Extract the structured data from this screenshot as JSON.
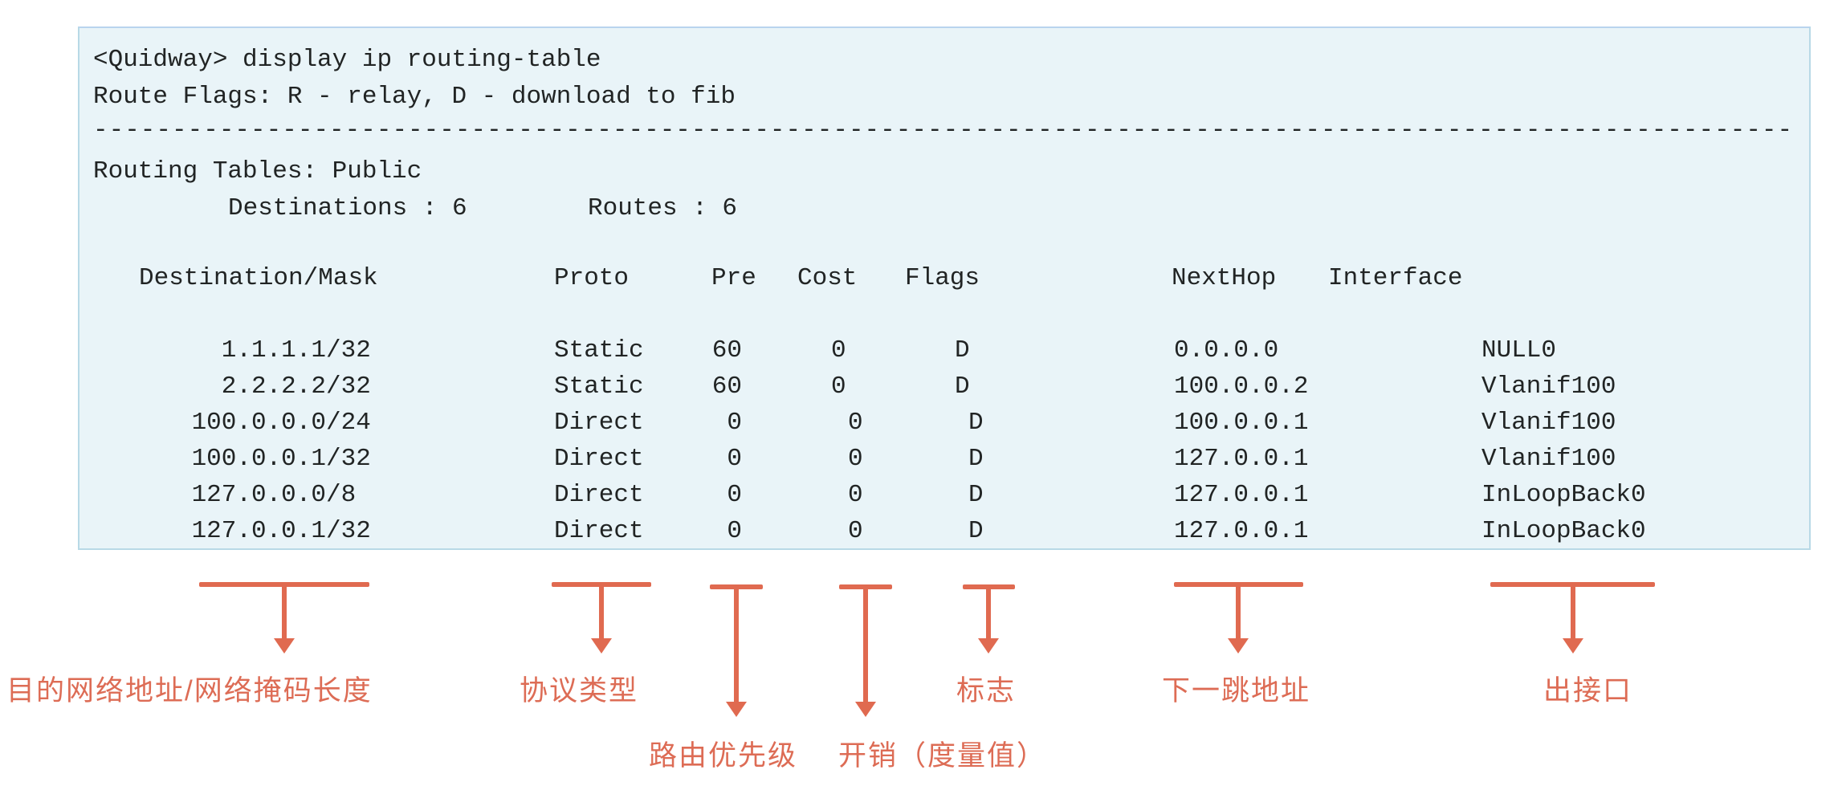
{
  "colors": {
    "console-bg": "#e9f4f8",
    "console-border": "#b8d9e6",
    "console-text": "#212424",
    "arrow": "#e06a50",
    "label": "#dd6c55",
    "page-bg": "#ffffff"
  },
  "console": {
    "command_line": "<Quidway> display ip routing-table",
    "route_flags_line": "Route Flags: R - relay, D - download to fib",
    "separator": "------------------------------------------------------------------------------------------------------------------------",
    "routing_tables_line": "Routing Tables: Public",
    "destinations_count": "Destinations : 6",
    "routes_count": "Routes : 6",
    "headers": {
      "dest": "Destination/Mask",
      "proto": "Proto",
      "pre": "Pre",
      "cost": "Cost",
      "flags": "Flags",
      "nexthop": "NextHop",
      "iface": "Interface"
    },
    "routes": [
      {
        "ip": "1.1.1.1",
        "mask": "/32",
        "proto": "Static",
        "pre": "60",
        "cost": "0",
        "flags": "D",
        "nexthop": "0.0.0.0",
        "iface": "NULL0"
      },
      {
        "ip": "2.2.2.2",
        "mask": "/32",
        "proto": "Static",
        "pre": "60",
        "cost": "0",
        "flags": "D",
        "nexthop": "100.0.0.2",
        "iface": "Vlanif100"
      },
      {
        "ip": "100.0.0.0",
        "mask": "/24",
        "proto": "Direct",
        "pre": "0",
        "cost": "0",
        "flags": "D",
        "nexthop": "100.0.0.1",
        "iface": "Vlanif100"
      },
      {
        "ip": "100.0.0.1",
        "mask": "/32",
        "proto": "Direct",
        "pre": "0",
        "cost": "0",
        "flags": "D",
        "nexthop": "127.0.0.1",
        "iface": "Vlanif100"
      },
      {
        "ip": "127.0.0.0",
        "mask": "/8",
        "proto": "Direct",
        "pre": "0",
        "cost": "0",
        "flags": "D",
        "nexthop": "127.0.0.1",
        "iface": "InLoopBack0"
      },
      {
        "ip": "127.0.0.1",
        "mask": "/32",
        "proto": "Direct",
        "pre": "0",
        "cost": "0",
        "flags": "D",
        "nexthop": "127.0.0.1",
        "iface": "InLoopBack0"
      }
    ]
  },
  "annotations": [
    {
      "label": "目的网络地址/网络掩码长度"
    },
    {
      "label": "协议类型"
    },
    {
      "label": "路由优先级"
    },
    {
      "label": "开销（度量值）"
    },
    {
      "label": "标志"
    },
    {
      "label": "下一跳地址"
    },
    {
      "label": "出接口"
    }
  ]
}
